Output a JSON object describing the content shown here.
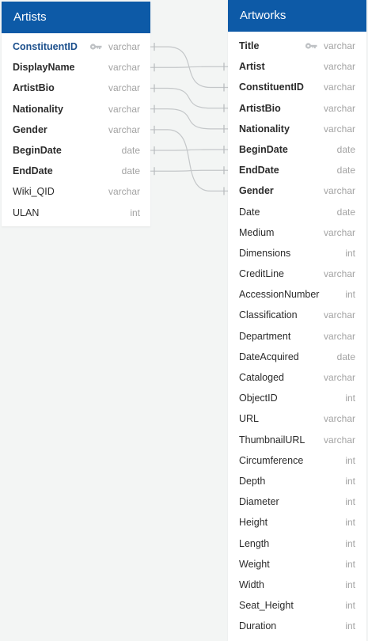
{
  "artists": {
    "title": "Artists",
    "columns": [
      {
        "name": "ConstituentID",
        "type": "varchar",
        "pk": true,
        "bold": true
      },
      {
        "name": "DisplayName",
        "type": "varchar",
        "bold": true
      },
      {
        "name": "ArtistBio",
        "type": "varchar",
        "bold": true
      },
      {
        "name": "Nationality",
        "type": "varchar",
        "bold": true
      },
      {
        "name": "Gender",
        "type": "varchar",
        "bold": true
      },
      {
        "name": "BeginDate",
        "type": "date",
        "bold": true
      },
      {
        "name": "EndDate",
        "type": "date",
        "bold": true
      },
      {
        "name": "Wiki_QID",
        "type": "varchar",
        "bold": false
      },
      {
        "name": "ULAN",
        "type": "int",
        "bold": false
      }
    ]
  },
  "artworks": {
    "title": "Artworks",
    "columns": [
      {
        "name": "Title",
        "type": "varchar",
        "pk": true,
        "bold": true
      },
      {
        "name": "Artist",
        "type": "varchar",
        "bold": true
      },
      {
        "name": "ConstituentID",
        "type": "varchar",
        "bold": true
      },
      {
        "name": "ArtistBio",
        "type": "varchar",
        "bold": true
      },
      {
        "name": "Nationality",
        "type": "varchar",
        "bold": true
      },
      {
        "name": "BeginDate",
        "type": "date",
        "bold": true
      },
      {
        "name": "EndDate",
        "type": "date",
        "bold": true
      },
      {
        "name": "Gender",
        "type": "varchar",
        "bold": true
      },
      {
        "name": "Date",
        "type": "date",
        "bold": false
      },
      {
        "name": "Medium",
        "type": "varchar",
        "bold": false
      },
      {
        "name": "Dimensions",
        "type": "int",
        "bold": false
      },
      {
        "name": "CreditLine",
        "type": "varchar",
        "bold": false
      },
      {
        "name": "AccessionNumber",
        "type": "int",
        "bold": false
      },
      {
        "name": "Classification",
        "type": "varchar",
        "bold": false
      },
      {
        "name": "Department",
        "type": "varchar",
        "bold": false
      },
      {
        "name": "DateAcquired",
        "type": "date",
        "bold": false
      },
      {
        "name": "Cataloged",
        "type": "varchar",
        "bold": false
      },
      {
        "name": "ObjectID",
        "type": "int",
        "bold": false
      },
      {
        "name": "URL",
        "type": "varchar",
        "bold": false
      },
      {
        "name": "ThumbnailURL",
        "type": "varchar",
        "bold": false
      },
      {
        "name": "Circumference",
        "type": "int",
        "bold": false
      },
      {
        "name": "Depth",
        "type": "int",
        "bold": false
      },
      {
        "name": "Diameter",
        "type": "int",
        "bold": false
      },
      {
        "name": "Height",
        "type": "int",
        "bold": false
      },
      {
        "name": "Length",
        "type": "int",
        "bold": false
      },
      {
        "name": "Weight",
        "type": "int",
        "bold": false
      },
      {
        "name": "Width",
        "type": "int",
        "bold": false
      },
      {
        "name": "Seat_Height",
        "type": "int",
        "bold": false
      },
      {
        "name": "Duration",
        "type": "int",
        "bold": false
      }
    ]
  },
  "relationships": [
    {
      "from": "DisplayName",
      "to": "Artist"
    },
    {
      "from": "ConstituentID",
      "to": "ConstituentID"
    },
    {
      "from": "ArtistBio",
      "to": "ArtistBio"
    },
    {
      "from": "Nationality",
      "to": "Nationality"
    },
    {
      "from": "Gender",
      "to": "Gender"
    },
    {
      "from": "BeginDate",
      "to": "BeginDate"
    },
    {
      "from": "EndDate",
      "to": "EndDate"
    }
  ],
  "colors": {
    "header": "#0d5aa7",
    "pk_text": "#1b4f8c",
    "type_text": "#a3a3a3",
    "connector": "#c4c7c9"
  },
  "icons": {
    "primary_key": "key-icon"
  }
}
